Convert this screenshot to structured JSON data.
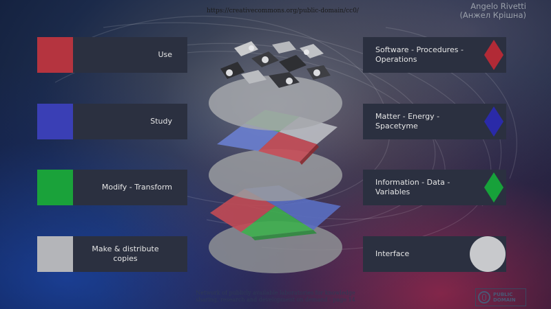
{
  "header": {
    "url": "https://creativecommons.org/public-domain/cc0/",
    "author_latin": "Angelo Rivetti",
    "author_cyrillic": "(Анжел Крішна)"
  },
  "left_panels": [
    {
      "label": "Use",
      "color": "#b5343f"
    },
    {
      "label": "Study",
      "color": "#3a3fb5"
    },
    {
      "label": "Modify - Transform",
      "color": "#1aa23a"
    },
    {
      "label": "Make & distribute copies",
      "color": "#b4b5b9"
    }
  ],
  "right_panels": [
    {
      "label": "Software - Procedures - Operations",
      "color": "#b22a36",
      "icon": "red-diamond-icon"
    },
    {
      "label": "Matter - Energy - Spacetyme",
      "color": "#2a2aa8",
      "icon": "blue-diamond-icon"
    },
    {
      "label": "Information - Data - Variables",
      "color": "#17a13a",
      "icon": "green-diamond-icon"
    },
    {
      "label": "Interface",
      "color": "#c8c9cc",
      "icon": "grey-circle-icon"
    }
  ],
  "footer": {
    "line1": "Network of publicly available laboratories for knowledge",
    "line2": "sharing, research and development on demand - page 14",
    "badge_line1": "PUBLIC",
    "badge_line2": "DOMAIN"
  }
}
